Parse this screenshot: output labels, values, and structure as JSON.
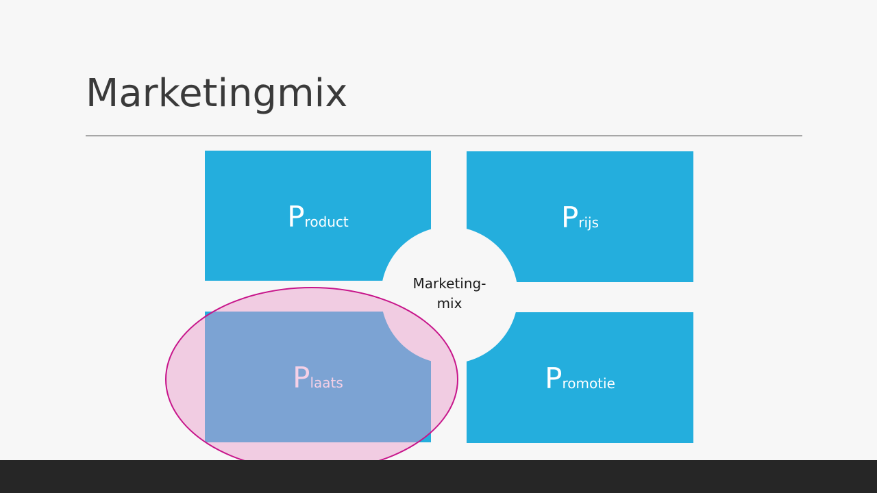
{
  "slide": {
    "title": "Marketingmix"
  },
  "diagram": {
    "center_line1": "Marketing-",
    "center_line2": "mix",
    "quadrants": [
      {
        "initial": "P",
        "rest": "roduct"
      },
      {
        "initial": "P",
        "rest": "rijs"
      },
      {
        "initial": "P",
        "rest": "laats"
      },
      {
        "initial": "P",
        "rest": "romotie"
      }
    ]
  },
  "colors": {
    "box": "#24aedd",
    "highlight_fill": "#e896c8",
    "highlight_stroke": "#c7148a",
    "bottom_bar": "#262626"
  }
}
